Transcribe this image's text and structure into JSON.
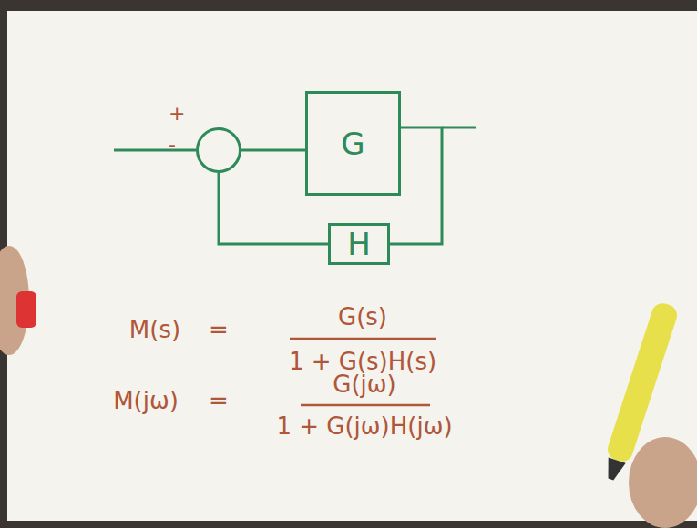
{
  "diagram": {
    "nodes": [
      {
        "text": [
          "+",
          "-"
        ]
      },
      {
        "text": [
          "G"
        ]
      },
      {
        "text": [
          "H"
        ]
      }
    ],
    "edges": [
      {
        "from": 0,
        "to": 1,
        "arrow": "none"
      },
      {
        "from": 1,
        "to": 2,
        "arrow": "none"
      },
      {
        "from": 2,
        "to": 0,
        "arrow": "none"
      }
    ],
    "labels": [
      "M(s)",
      "=",
      "G(s)",
      "1 + G(s)H(s)",
      "M(jω)",
      "=",
      "G(jω)",
      "1 + G(jω)H(jω)"
    ]
  }
}
